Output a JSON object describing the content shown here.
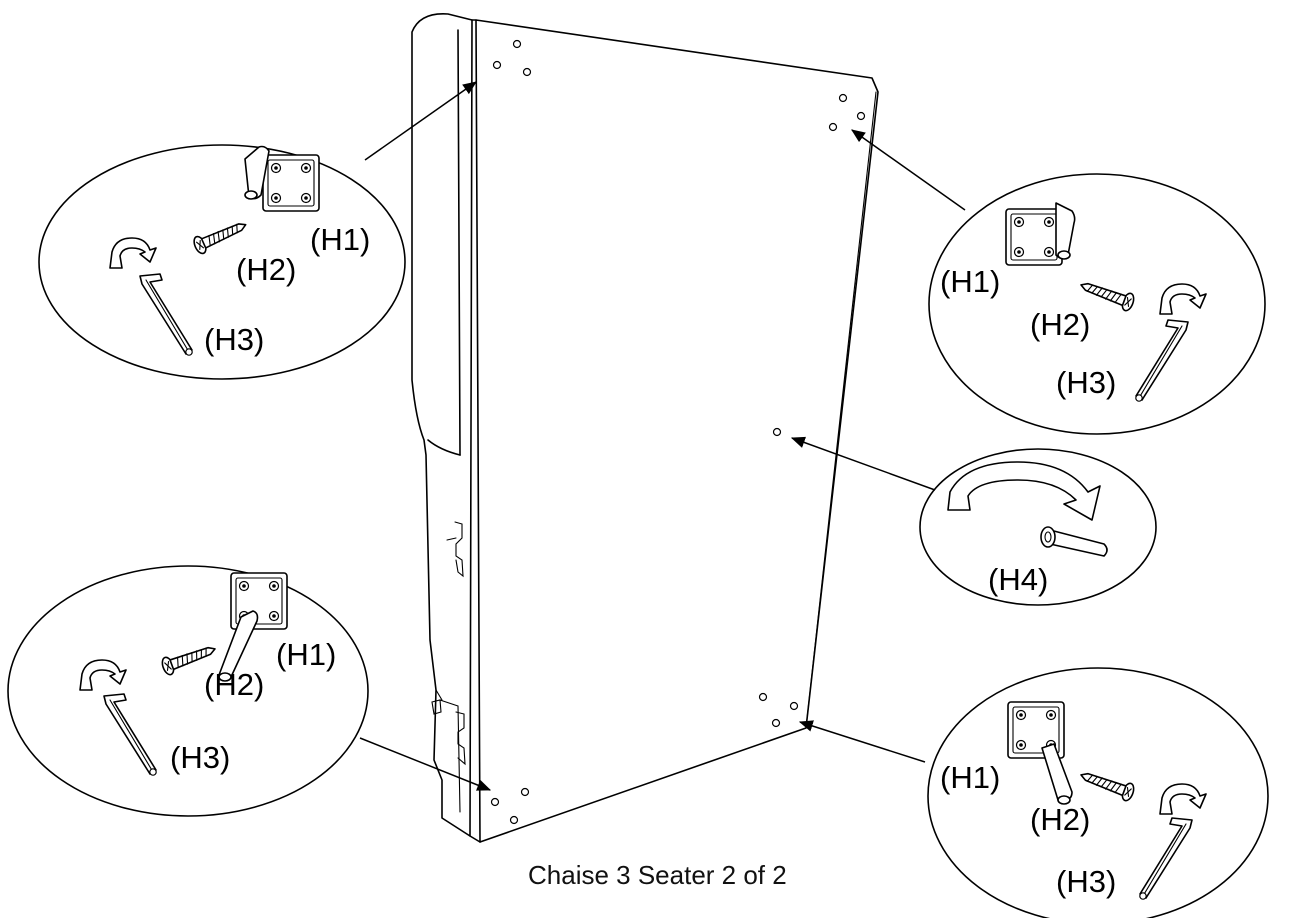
{
  "caption": "Chaise 3 Seater 2 of 2",
  "colors": {
    "line": "#000000",
    "background": "#ffffff"
  },
  "callouts": [
    {
      "id": "top-left",
      "labels": {
        "h1": "(H1)",
        "h2": "(H2)",
        "h3": "(H3)"
      }
    },
    {
      "id": "top-right",
      "labels": {
        "h1": "(H1)",
        "h2": "(H2)",
        "h3": "(H3)"
      }
    },
    {
      "id": "middle-right",
      "labels": {
        "h4": "(H4)"
      }
    },
    {
      "id": "bottom-left",
      "labels": {
        "h1": "(H1)",
        "h2": "(H2)",
        "h3": "(H3)"
      }
    },
    {
      "id": "bottom-right",
      "labels": {
        "h1": "(H1)",
        "h2": "(H2)",
        "h3": "(H3)"
      }
    }
  ],
  "icons": [
    "rotate-arrow-icon",
    "bracket-icon",
    "bolt-icon",
    "allen-key-icon",
    "pin-icon"
  ]
}
